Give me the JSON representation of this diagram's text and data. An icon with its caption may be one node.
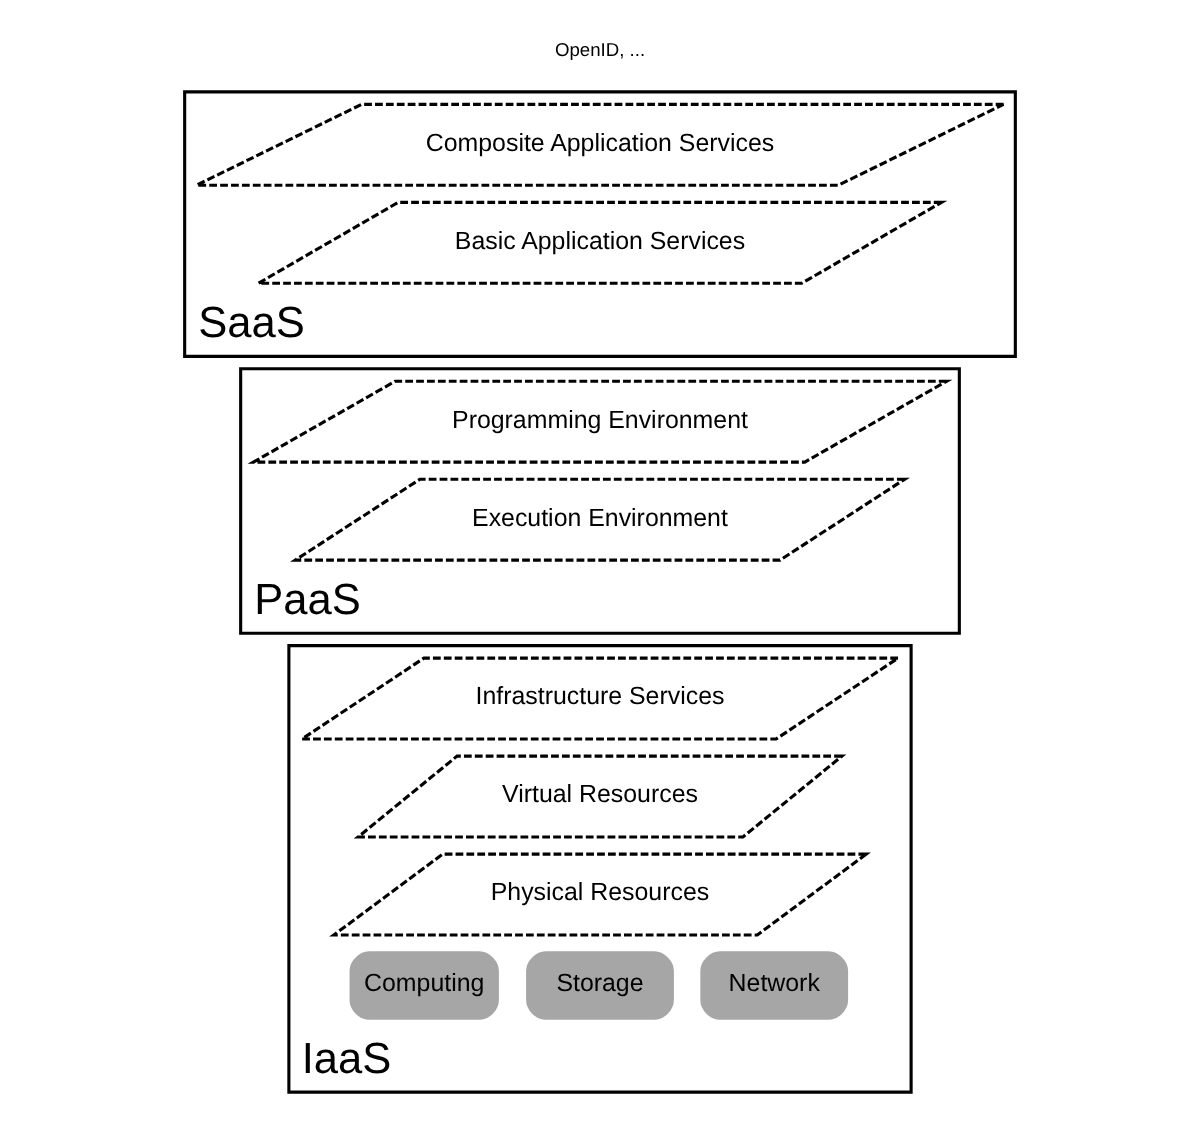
{
  "diagram": {
    "nodes": [
      {
        "text": [
          "SaaS"
        ]
      },
      {
        "text": [
          "Composite Application Services"
        ],
        "in": 0
      },
      {
        "text": [
          "Basic Application Services"
        ],
        "in": 0
      },
      {
        "text": [
          "PaaS"
        ]
      },
      {
        "text": [
          "Programming Environment"
        ],
        "in": 3
      },
      {
        "text": [
          "Execution Environment"
        ],
        "in": 3
      },
      {
        "text": [
          "IaaS"
        ]
      },
      {
        "text": [
          "Infrastructure Services"
        ],
        "in": 6
      },
      {
        "text": [
          "Virtual Resources"
        ],
        "in": 6
      },
      {
        "text": [
          "Physical Resources"
        ],
        "in": 6
      },
      {
        "text": [
          "Computing"
        ],
        "in": 6
      },
      {
        "text": [
          "Storage"
        ],
        "in": 6
      },
      {
        "text": [
          "Network"
        ],
        "in": 6
      }
    ],
    "edges": [],
    "labels": [
      "OpenID, ..."
    ]
  }
}
